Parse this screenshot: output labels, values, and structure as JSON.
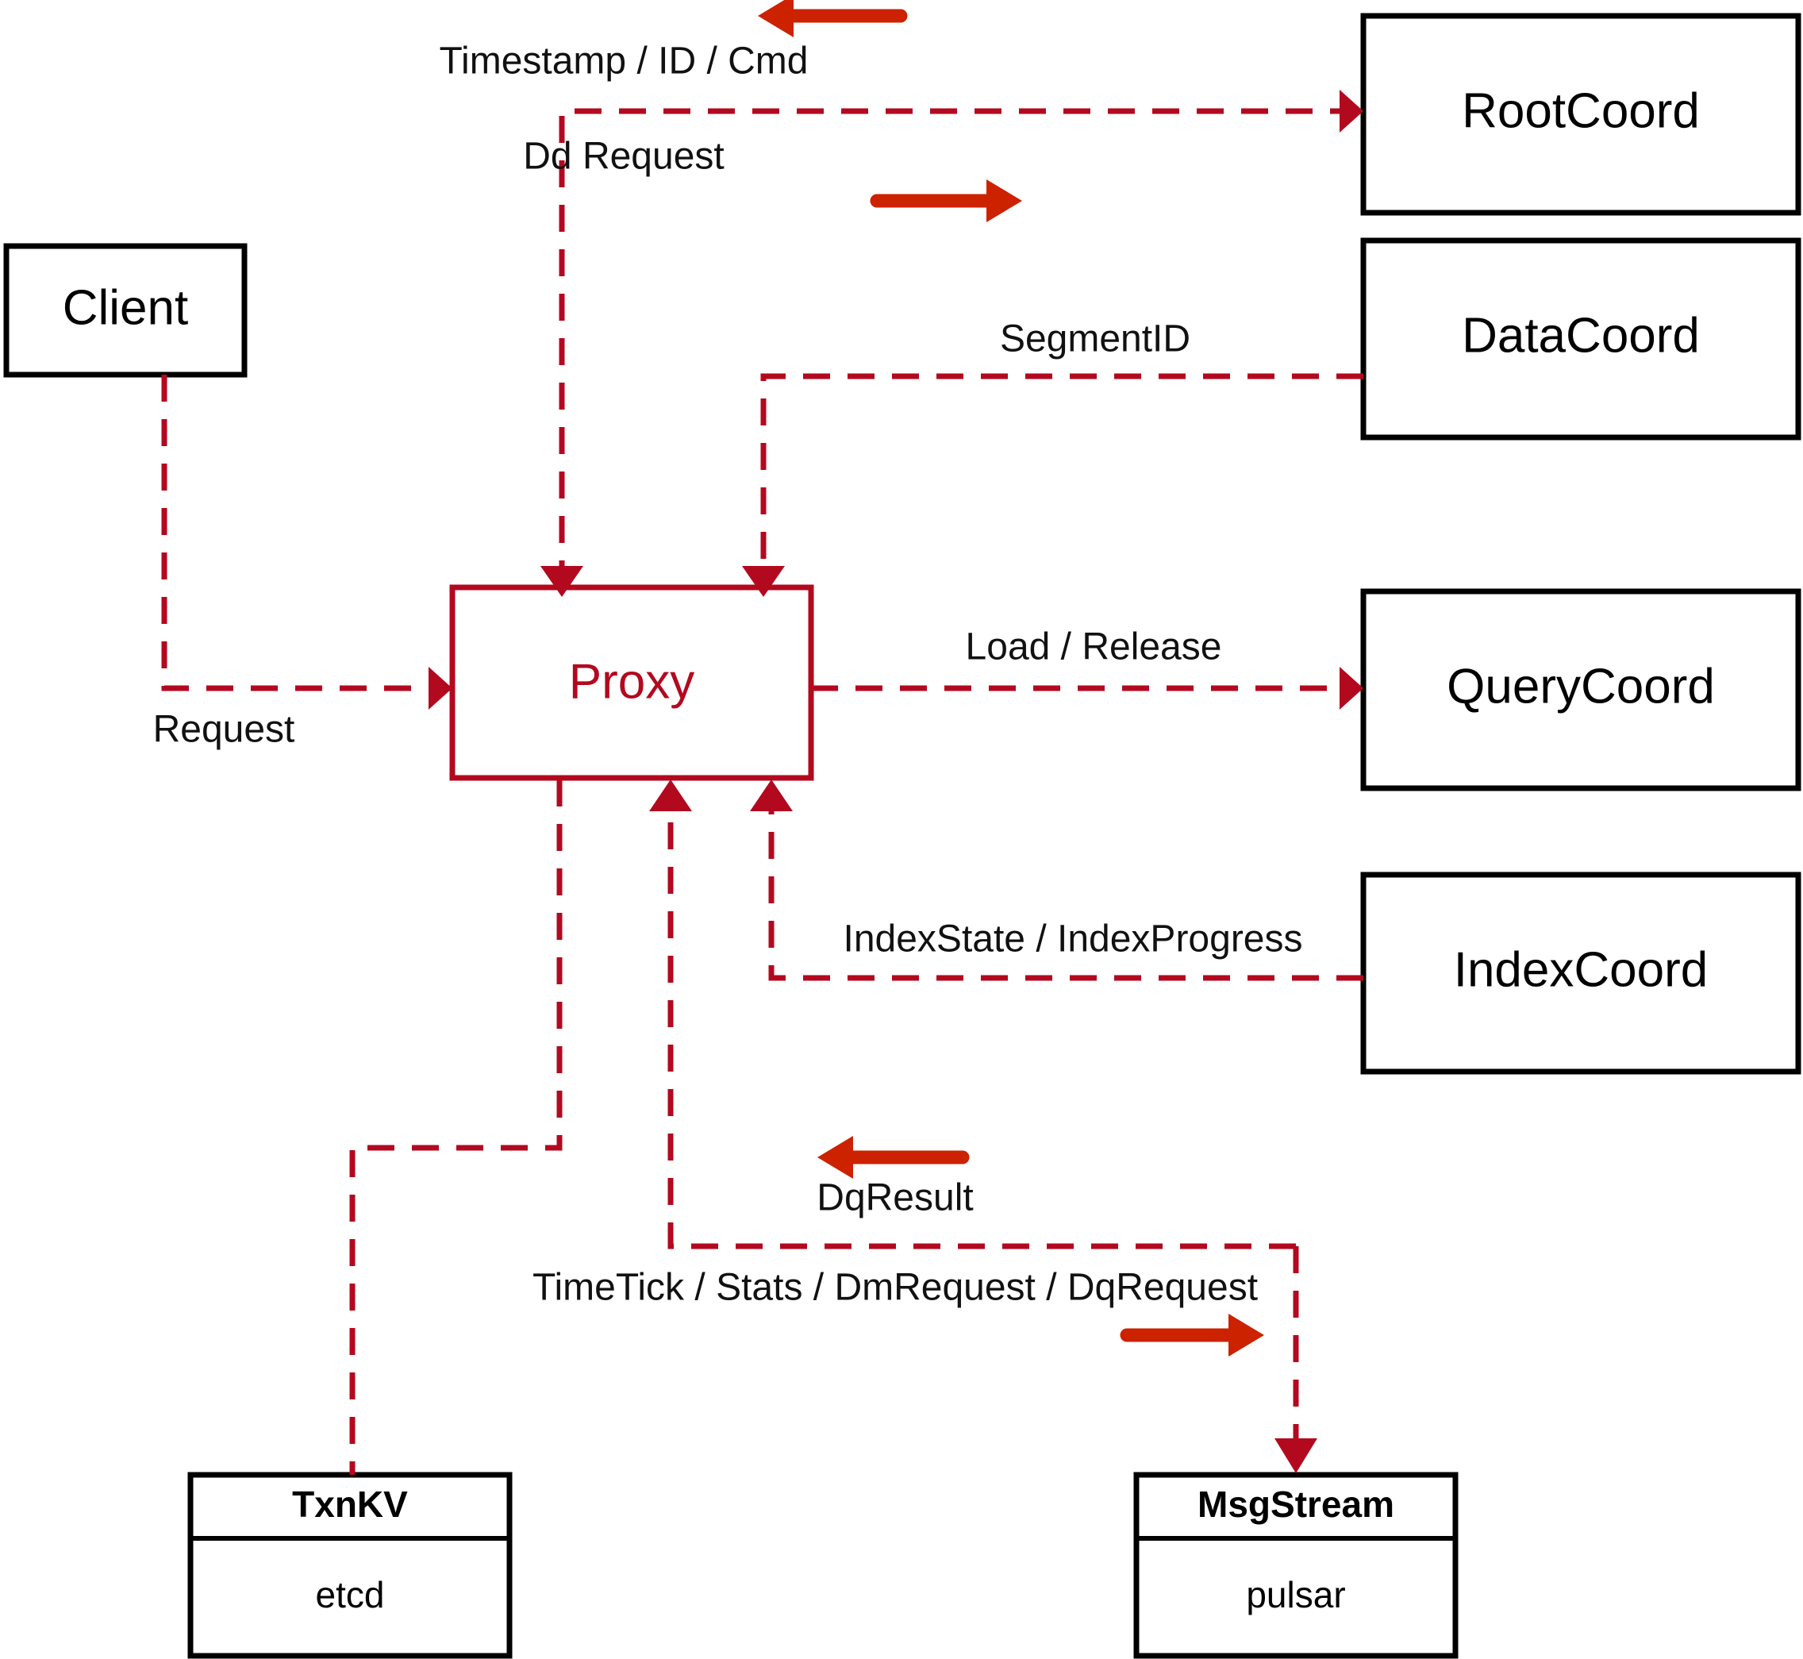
{
  "diagram": {
    "title": "Milvus Proxy interaction diagram",
    "colors": {
      "edge": "#B3091F",
      "flow_arrow": "#CC2200",
      "node_border": "#000000",
      "accent_node_border": "#B3091F",
      "background": "#FFFFFF"
    },
    "nodes": [
      {
        "id": "client",
        "label": "Client",
        "style": "plain"
      },
      {
        "id": "proxy",
        "label": "Proxy",
        "style": "accent"
      },
      {
        "id": "rootcoord",
        "label": "RootCoord",
        "style": "plain"
      },
      {
        "id": "datacoord",
        "label": "DataCoord",
        "style": "plain"
      },
      {
        "id": "querycoord",
        "label": "QueryCoord",
        "style": "plain"
      },
      {
        "id": "indexcoord",
        "label": "IndexCoord",
        "style": "plain"
      },
      {
        "id": "txnkv",
        "label": "TxnKV",
        "sub": "etcd",
        "style": "two-part"
      },
      {
        "id": "msgstream",
        "label": "MsgStream",
        "sub": "pulsar",
        "style": "two-part"
      }
    ],
    "edges": [
      {
        "id": "client-proxy",
        "label": "Request",
        "from": "client",
        "to": "proxy"
      },
      {
        "id": "proxy-rootcoord",
        "label": "Dd Request",
        "from": "proxy",
        "to": "rootcoord"
      },
      {
        "id": "rootcoord-proxy",
        "label": "Timestamp / ID / Cmd",
        "from": "rootcoord",
        "to": "proxy"
      },
      {
        "id": "datacoord-proxy",
        "label": "SegmentID",
        "from": "datacoord",
        "to": "proxy"
      },
      {
        "id": "proxy-querycoord",
        "label": "Load / Release",
        "from": "proxy",
        "to": "querycoord"
      },
      {
        "id": "indexcoord-proxy",
        "label": "IndexState / IndexProgress",
        "from": "indexcoord",
        "to": "proxy"
      },
      {
        "id": "msgstream-proxy",
        "label": "DqResult",
        "from": "msgstream",
        "to": "proxy"
      },
      {
        "id": "proxy-msgstream",
        "label": "TimeTick / Stats / DmRequest / DqRequest",
        "from": "proxy",
        "to": "msgstream"
      },
      {
        "id": "proxy-txnkv",
        "label": "",
        "from": "proxy",
        "to": "txnkv"
      }
    ],
    "labels": {
      "client": "Client",
      "proxy": "Proxy",
      "rootcoord": "RootCoord",
      "datacoord": "DataCoord",
      "querycoord": "QueryCoord",
      "indexcoord": "IndexCoord",
      "txnkv_title": "TxnKV",
      "txnkv_sub": "etcd",
      "msgstream_title": "MsgStream",
      "msgstream_sub": "pulsar",
      "edge_timestamp": "Timestamp / ID / Cmd",
      "edge_dd_request": "Dd Request",
      "edge_segmentid": "SegmentID",
      "edge_request": "Request",
      "edge_load_release": "Load / Release",
      "edge_indexstate": "IndexState / IndexProgress",
      "edge_dqresult": "DqResult",
      "edge_timetick": "TimeTick / Stats / DmRequest / DqRequest"
    }
  }
}
